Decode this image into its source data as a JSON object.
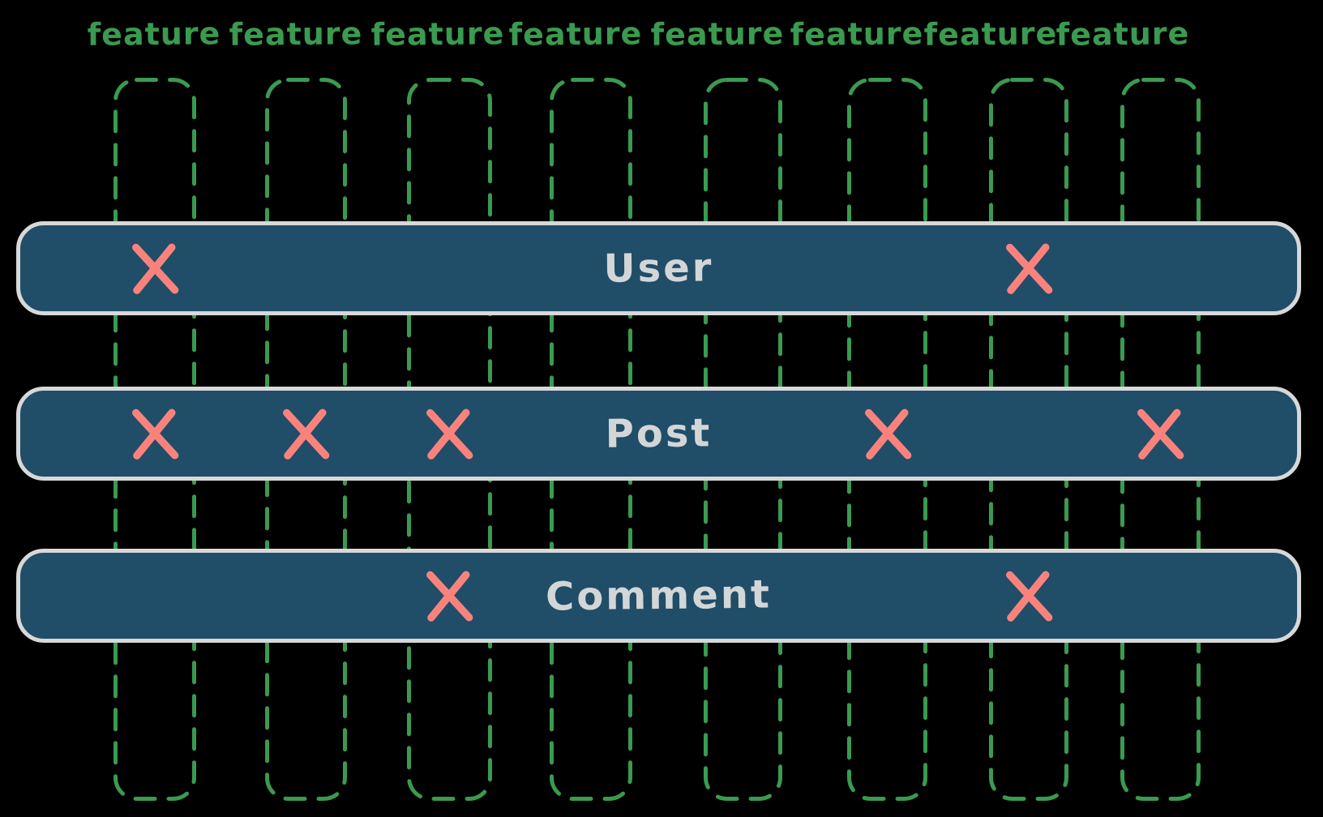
{
  "palette": {
    "background": "#000000",
    "green": "#3a9a50",
    "bar_fill": "#204d68",
    "bar_outline": "#d8d8d8",
    "row_label_text": "#d3d6d7",
    "x_mark": "#f9837c"
  },
  "columns": [
    {
      "label": "feature"
    },
    {
      "label": "feature"
    },
    {
      "label": "feature"
    },
    {
      "label": "feature"
    },
    {
      "label": "feature"
    },
    {
      "label": "feature"
    },
    {
      "label": "feature"
    },
    {
      "label": "feature"
    }
  ],
  "rows": [
    {
      "label": "User",
      "marks": [
        0,
        6
      ]
    },
    {
      "label": "Post",
      "marks": [
        0,
        1,
        2,
        5,
        7
      ]
    },
    {
      "label": "Comment",
      "marks": [
        2,
        6
      ]
    }
  ]
}
